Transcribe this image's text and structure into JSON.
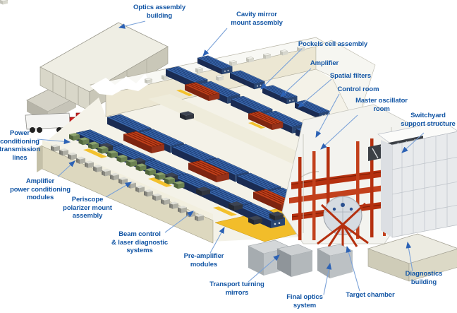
{
  "figure_type": "isometric cutaway diagram of a laser facility",
  "colors": {
    "label_text": "#1356a5",
    "leader_line": "#7ba2d8",
    "arrowhead": "#2c62b5",
    "building_cream": "#ece7d3",
    "building_roof_white": "#f8f8f4",
    "amplifier_blue": "#3b69ae",
    "amplifier_dark_blue": "#1a2b52",
    "beam_tube_red": "#c2401c",
    "target_structure_red": "#b5300f",
    "floor_yellow": "#f3c12d",
    "power_module_green": "#7d9161",
    "capacitor_gray": "#d8d8d0",
    "target_chamber_silver": "#d6dbe1",
    "truck_cab_red": "#cc1f1f"
  },
  "labels": {
    "optics_assembly_building": "Optics assembly\nbuilding",
    "cavity_mirror_mount_assembly": "Cavity mirror\nmount assembly",
    "pockels_cell_assembly": "Pockels cell assembly",
    "amplifier": "Amplifier",
    "spatial_filters": "Spatial filters",
    "control_room": "Control room",
    "master_oscillator_room": "Master oscillator\nroom",
    "switchyard_support_structure": "Switchyard\nsupport structure",
    "power_conditioning_transmission_lines": "Power\nconditioning\ntransmission\nlines",
    "amplifier_power_conditioning_modules": "Amplifier\npower conditioning\nmodules",
    "periscope_polarizer_mount_assembly": "Periscope\npolarizer mount\nassembly",
    "beam_control_laser_diagnostic_systems": "Beam control\n& laser diagnostic\nsystems",
    "pre_amplifier_modules": "Pre-amplifier\nmodules",
    "transport_turning_mirrors": "Transport turning\nmirrors",
    "final_optics_system": "Final optics\nsystem",
    "target_chamber": "Target chamber",
    "diagnostics_building": "Diagnostics\nbuilding"
  }
}
